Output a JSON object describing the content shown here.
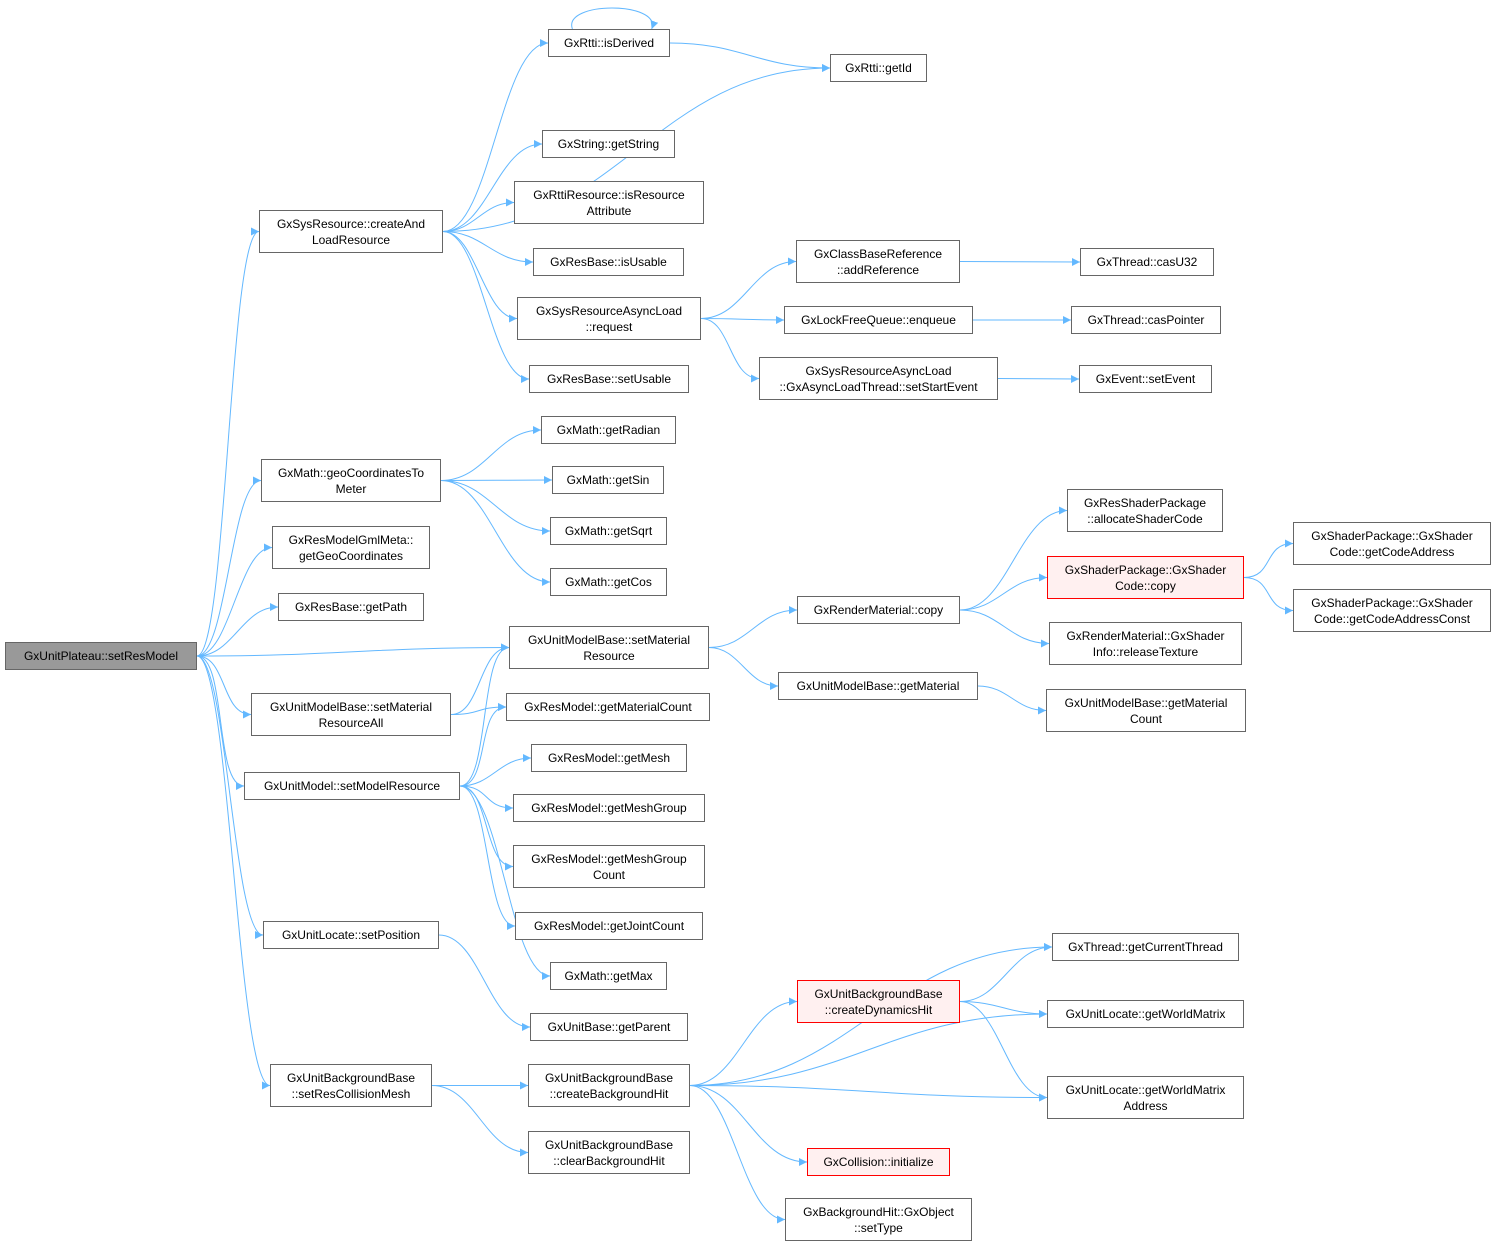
{
  "graph": {
    "root": "n01",
    "nodes": [
      {
        "id": "n01",
        "label": "GxUnitPlateau::setResModel",
        "kind": "root"
      },
      {
        "id": "n02",
        "label": "GxSysResource::createAnd\nLoadResource"
      },
      {
        "id": "n03",
        "label": "GxMath::geoCoordinatesTo\nMeter"
      },
      {
        "id": "n04",
        "label": "GxResModelGmlMeta::\ngetGeoCoordinates"
      },
      {
        "id": "n05",
        "label": "GxResBase::getPath"
      },
      {
        "id": "n06",
        "label": "GxUnitModelBase::setMaterial\nResource"
      },
      {
        "id": "n07",
        "label": "GxUnitModelBase::setMaterial\nResourceAll"
      },
      {
        "id": "n08",
        "label": "GxUnitModel::setModelResource"
      },
      {
        "id": "n09",
        "label": "GxUnitLocate::setPosition"
      },
      {
        "id": "n10",
        "label": "GxUnitBackgroundBase\n::setResCollisionMesh"
      },
      {
        "id": "n11",
        "label": "GxRtti::isDerived"
      },
      {
        "id": "n12",
        "label": "GxRtti::getId"
      },
      {
        "id": "n13",
        "label": "GxString::getString"
      },
      {
        "id": "n14",
        "label": "GxRttiResource::isResource\nAttribute"
      },
      {
        "id": "n15",
        "label": "GxResBase::isUsable"
      },
      {
        "id": "n16",
        "label": "GxSysResourceAsyncLoad\n::request"
      },
      {
        "id": "n17",
        "label": "GxResBase::setUsable"
      },
      {
        "id": "n18",
        "label": "GxClassBaseReference\n::addReference"
      },
      {
        "id": "n19",
        "label": "GxLockFreeQueue::enqueue"
      },
      {
        "id": "n20",
        "label": "GxSysResourceAsyncLoad\n::GxAsyncLoadThread::setStartEvent"
      },
      {
        "id": "n21",
        "label": "GxThread::casU32"
      },
      {
        "id": "n22",
        "label": "GxThread::casPointer"
      },
      {
        "id": "n23",
        "label": "GxEvent::setEvent"
      },
      {
        "id": "n24",
        "label": "GxMath::getRadian"
      },
      {
        "id": "n25",
        "label": "GxMath::getSin"
      },
      {
        "id": "n26",
        "label": "GxMath::getSqrt"
      },
      {
        "id": "n27",
        "label": "GxMath::getCos"
      },
      {
        "id": "n28",
        "label": "GxRenderMaterial::copy"
      },
      {
        "id": "n29",
        "label": "GxUnitModelBase::getMaterial"
      },
      {
        "id": "n30",
        "label": "GxResShaderPackage\n::allocateShaderCode"
      },
      {
        "id": "n31",
        "label": "GxShaderPackage::GxShader\nCode::copy",
        "kind": "red"
      },
      {
        "id": "n32",
        "label": "GxRenderMaterial::GxShader\nInfo::releaseTexture"
      },
      {
        "id": "n33",
        "label": "GxShaderPackage::GxShader\nCode::getCodeAddress"
      },
      {
        "id": "n34",
        "label": "GxShaderPackage::GxShader\nCode::getCodeAddressConst"
      },
      {
        "id": "n35",
        "label": "GxUnitModelBase::getMaterial\nCount"
      },
      {
        "id": "n36",
        "label": "GxResModel::getMaterialCount"
      },
      {
        "id": "n37",
        "label": "GxResModel::getMesh"
      },
      {
        "id": "n38",
        "label": "GxResModel::getMeshGroup"
      },
      {
        "id": "n39",
        "label": "GxResModel::getMeshGroup\nCount"
      },
      {
        "id": "n40",
        "label": "GxResModel::getJointCount"
      },
      {
        "id": "n41",
        "label": "GxMath::getMax"
      },
      {
        "id": "n42",
        "label": "GxUnitBase::getParent"
      },
      {
        "id": "n43",
        "label": "GxUnitBackgroundBase\n::createBackgroundHit"
      },
      {
        "id": "n44",
        "label": "GxUnitBackgroundBase\n::clearBackgroundHit"
      },
      {
        "id": "n45",
        "label": "GxUnitBackgroundBase\n::createDynamicsHit",
        "kind": "red"
      },
      {
        "id": "n46",
        "label": "GxCollision::initialize",
        "kind": "red"
      },
      {
        "id": "n47",
        "label": "GxBackgroundHit::GxObject\n::setType"
      },
      {
        "id": "n48",
        "label": "GxThread::getCurrentThread"
      },
      {
        "id": "n49",
        "label": "GxUnitLocate::getWorldMatrix"
      },
      {
        "id": "n50",
        "label": "GxUnitLocate::getWorldMatrix\nAddress"
      }
    ],
    "edges": [
      [
        "n01",
        "n02"
      ],
      [
        "n01",
        "n03"
      ],
      [
        "n01",
        "n04"
      ],
      [
        "n01",
        "n05"
      ],
      [
        "n01",
        "n06"
      ],
      [
        "n01",
        "n07"
      ],
      [
        "n01",
        "n08"
      ],
      [
        "n01",
        "n09"
      ],
      [
        "n01",
        "n10"
      ],
      [
        "n02",
        "n11"
      ],
      [
        "n02",
        "n12"
      ],
      [
        "n02",
        "n13"
      ],
      [
        "n02",
        "n14"
      ],
      [
        "n02",
        "n15"
      ],
      [
        "n02",
        "n16"
      ],
      [
        "n02",
        "n17"
      ],
      [
        "n11",
        "n11"
      ],
      [
        "n11",
        "n12"
      ],
      [
        "n16",
        "n18"
      ],
      [
        "n16",
        "n19"
      ],
      [
        "n16",
        "n20"
      ],
      [
        "n18",
        "n21"
      ],
      [
        "n19",
        "n22"
      ],
      [
        "n20",
        "n23"
      ],
      [
        "n03",
        "n24"
      ],
      [
        "n03",
        "n25"
      ],
      [
        "n03",
        "n26"
      ],
      [
        "n03",
        "n27"
      ],
      [
        "n06",
        "n28"
      ],
      [
        "n06",
        "n29"
      ],
      [
        "n28",
        "n30"
      ],
      [
        "n28",
        "n31"
      ],
      [
        "n28",
        "n32"
      ],
      [
        "n31",
        "n33"
      ],
      [
        "n31",
        "n34"
      ],
      [
        "n29",
        "n35"
      ],
      [
        "n07",
        "n06"
      ],
      [
        "n07",
        "n36"
      ],
      [
        "n08",
        "n06"
      ],
      [
        "n08",
        "n36"
      ],
      [
        "n08",
        "n37"
      ],
      [
        "n08",
        "n38"
      ],
      [
        "n08",
        "n39"
      ],
      [
        "n08",
        "n40"
      ],
      [
        "n08",
        "n41"
      ],
      [
        "n09",
        "n42"
      ],
      [
        "n10",
        "n43"
      ],
      [
        "n10",
        "n44"
      ],
      [
        "n43",
        "n45"
      ],
      [
        "n43",
        "n46"
      ],
      [
        "n43",
        "n47"
      ],
      [
        "n43",
        "n48"
      ],
      [
        "n43",
        "n49"
      ],
      [
        "n43",
        "n50"
      ],
      [
        "n45",
        "n48"
      ],
      [
        "n45",
        "n49"
      ],
      [
        "n45",
        "n50"
      ]
    ],
    "colors": {
      "edge": "#63b8ff",
      "node_border": "#666666",
      "root_fill": "#999999",
      "red_border": "#ff0000",
      "red_fill": "#fff0f0"
    }
  }
}
